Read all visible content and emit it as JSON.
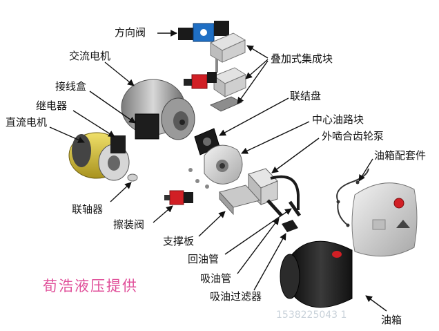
{
  "labels": {
    "directional_valve": "方向阀",
    "ac_motor": "交流电机",
    "junction_box": "接线盒",
    "relay": "继电器",
    "dc_motor": "直流电机",
    "stacked_manifold": "叠加式集成块",
    "adapter_plate": "联结盘",
    "center_block": "中心油路块",
    "gear_pump": "外啮合齿轮泵",
    "tank_kit": "油箱配套件",
    "coupling": "联轴器",
    "relief_valve": "擦装阀",
    "support_plate": "支撑板",
    "return_pipe": "回油管",
    "suction_pipe": "吸油管",
    "suction_filter": "吸油过滤器",
    "oil_tank": "油箱"
  },
  "watermark": {
    "brand": "荀浩液压提供",
    "phone": "1538225043 1"
  },
  "colors": {
    "label_text": "#111111",
    "brand_text": "#e0509a",
    "valve_blue": "#1f6fc4",
    "valve_red": "#d11f25",
    "tank_dark": "#1c1c1c",
    "motor_yellow": "#d9c23a"
  }
}
